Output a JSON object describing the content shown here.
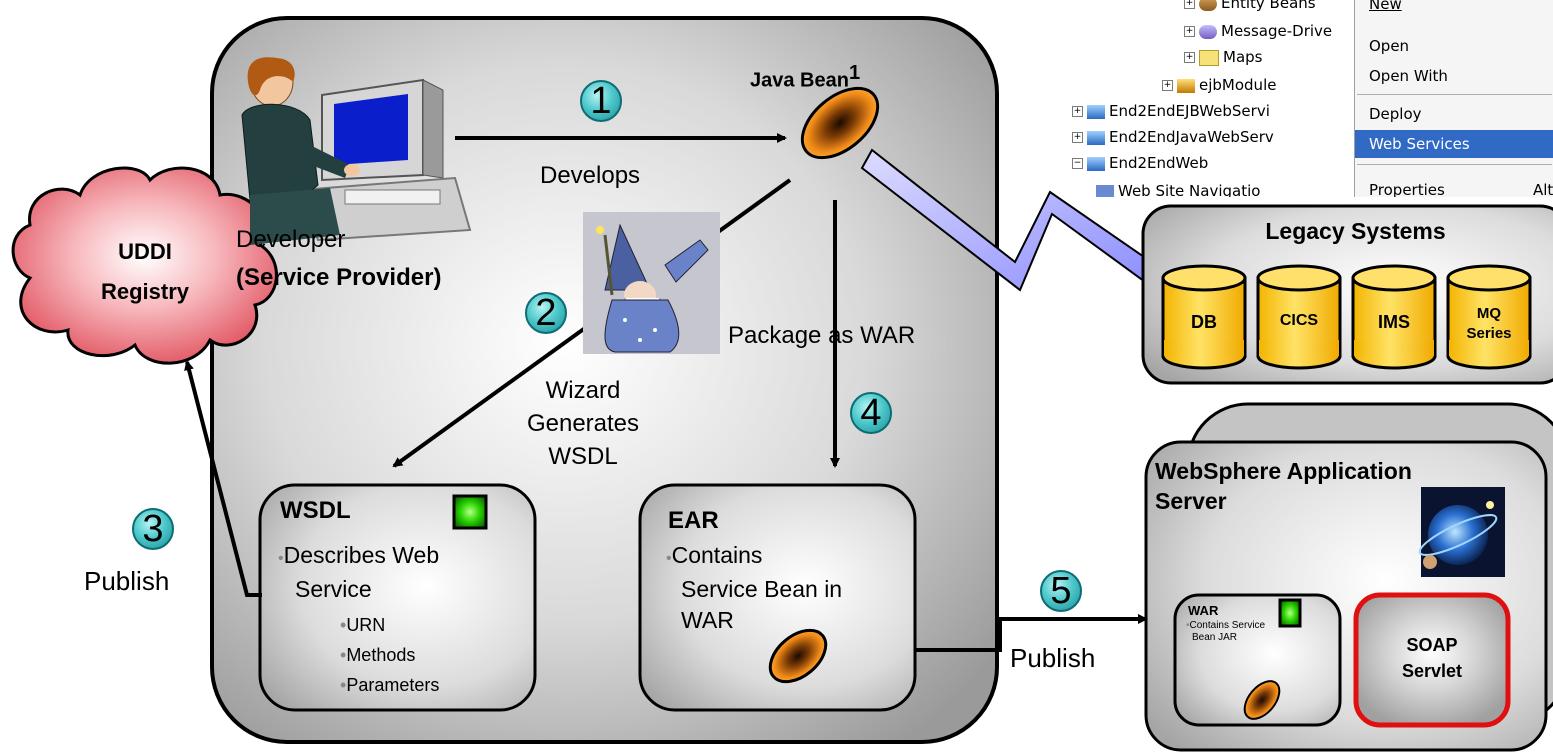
{
  "menu": {
    "tree": {
      "entity_beans": "Entity Beans",
      "message_driven": "Message-Drive",
      "maps": "Maps",
      "ejb_module": "ejbModule",
      "ejb_web_service": "End2EndEJBWebServi",
      "java_web_service": "End2EndJavaWebServ",
      "web": "End2EndWeb",
      "web_site_nav": "Web Site Navigatio"
    },
    "context": {
      "new": "New",
      "open": "Open",
      "open_with": "Open With",
      "deploy": "Deploy",
      "web_services": "Web Services",
      "properties": "Properties",
      "properties_shortcut": "Alt"
    }
  },
  "diagram": {
    "developer_label": "Developer",
    "service_provider_label": "(Service Provider)",
    "java_bean_label": "Java Bean",
    "java_bean_superscript": "1",
    "develops_label": "Develops",
    "wizard_label_1": "Wizard",
    "wizard_label_2": "Generates",
    "wizard_label_3": "WSDL",
    "package_label": "Package as WAR",
    "uddi_line1": "UDDI",
    "uddi_line2": "Registry",
    "publish_left": "Publish",
    "publish_right": "Publish",
    "steps": [
      "1",
      "2",
      "3",
      "4",
      "5"
    ],
    "wsdl": {
      "title": "WSDL",
      "bullet1a": "Describes Web",
      "bullet1b": "Service",
      "sub1": "URN",
      "sub2": "Methods",
      "sub3": "Parameters"
    },
    "ear": {
      "title": "EAR",
      "line1": "Contains",
      "line2": "Service Bean in",
      "line3": "WAR"
    },
    "legacy": {
      "title": "Legacy Systems",
      "db": "DB",
      "cics": "CICS",
      "ims": "IMS",
      "mq1": "MQ",
      "mq2": "Series"
    },
    "websphere": {
      "title1": "WebSphere Application",
      "title2": "Server",
      "war_title": "WAR",
      "war_line1": "Contains Service",
      "war_line2": "Bean JAR",
      "soap1": "SOAP",
      "soap2": "Servlet"
    }
  },
  "colors": {
    "step_circle": "#4fc9cc",
    "cloud": "#f07a85",
    "cylinder": "#ffd21c",
    "soap_border": "#e01010",
    "menu_selected": "#316ac5"
  }
}
